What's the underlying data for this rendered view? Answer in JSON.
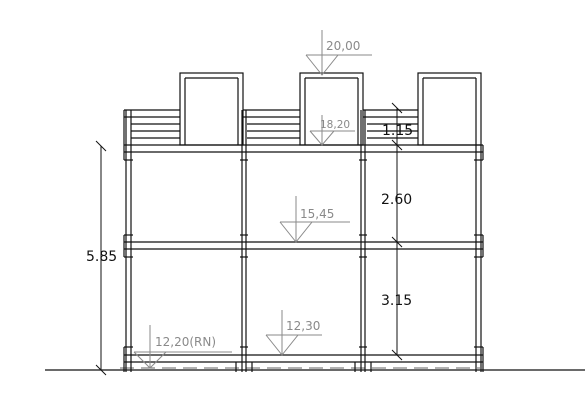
{
  "levels": {
    "top": "20,00",
    "roof": "18,20",
    "mid": "15,45",
    "floor": "12,30",
    "ground": "12,20(RN)"
  },
  "dimensions": {
    "total": "5.85",
    "parapet": "1.15",
    "upper_story": "2.60",
    "lower_story": "3.15"
  },
  "colors": {
    "line": "#111111",
    "level_marker": "#8a8a8a"
  }
}
